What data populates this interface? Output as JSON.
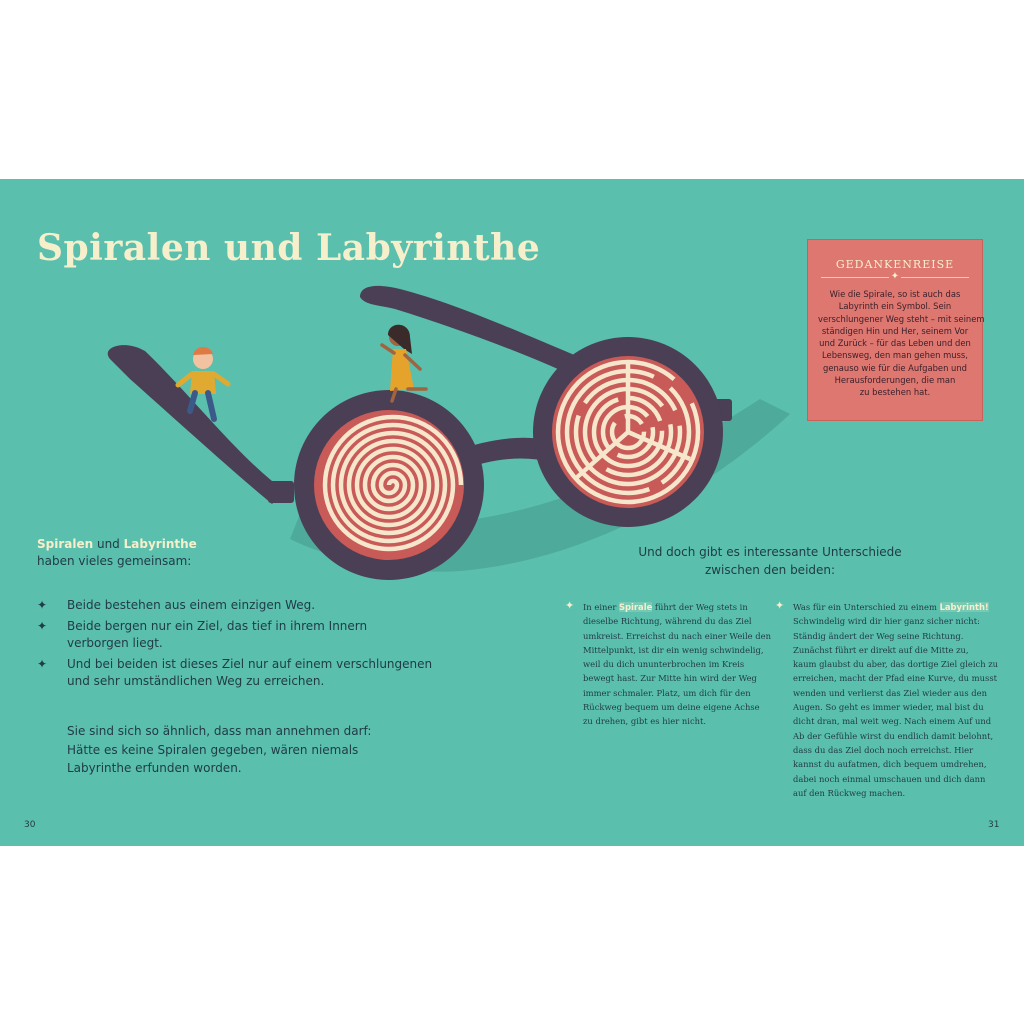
{
  "page": {
    "title": "Spiralen und Labyrinthe",
    "page_left": "30",
    "page_right": "31"
  },
  "box": {
    "title": "GEDANKENREISE",
    "lines": [
      "Wie die Spirale, so ist auch das",
      "Labyrinth ein Symbol. Sein",
      "verschlungener Weg steht – mit seinem",
      "ständigen Hin und Her, seinem Vor",
      "und Zurück – für das Leben und den",
      "Lebensweg, den man gehen muss,",
      "genauso wie für die Aufgaben und",
      "Herausforderungen, die man",
      "zu bestehen hat."
    ]
  },
  "left": {
    "intro_word1": "Spiralen",
    "intro_and": " und ",
    "intro_word2": "Labyrinthe",
    "intro_rest": "haben vieles gemeinsam:",
    "bullets": [
      {
        "l1": "Beide bestehen aus einem einzigen Weg.",
        "l2": ""
      },
      {
        "l1": "Beide bergen nur ein Ziel, das tief in ihrem Innern",
        "l2": "verborgen liegt."
      },
      {
        "l1": "Und bei beiden ist dieses Ziel nur auf einem verschlungenen",
        "l2": "und sehr umständlichen Weg zu erreichen."
      }
    ],
    "conclusion": [
      "Sie sind sich so ähnlich, dass man annehmen darf:",
      "Hätte es keine Spiralen gegeben, wären niemals",
      "Labyrinthe erfunden worden."
    ]
  },
  "right": {
    "intro": [
      "Und doch gibt es interessante Unterschiede",
      "zwischen den beiden:"
    ],
    "col1": {
      "first_pre": "In einer ",
      "first_hl": "Spirale",
      "first_post": " führt der Weg stets in",
      "lines": [
        "dieselbe Richtung, während du das Ziel",
        "umkreist. Erreichst du nach einer Weile den",
        "Mittelpunkt, ist dir ein wenig schwindelig,",
        "weil du dich ununterbrochen im Kreis",
        "bewegt hast. Zur Mitte hin wird der Weg",
        "immer schmaler. Platz, um dich für den",
        "Rückweg bequem um deine eigene Achse",
        "zu drehen, gibt es hier nicht."
      ]
    },
    "col2": {
      "first_pre": "Was für ein Unterschied zu einem ",
      "first_hl": "Labyrinth!",
      "first_post": "",
      "lines": [
        "Schwindelig wird dir hier ganz sicher nicht:",
        "Ständig ändert der Weg seine Richtung.",
        "Zunächst führt er direkt auf die Mitte zu,",
        "kaum glaubst du aber, das dortige Ziel gleich zu",
        "erreichen, macht der Pfad eine Kurve, du musst",
        "wenden und verlierst das Ziel wieder aus den",
        "Augen. So geht es immer wieder, mal bist du",
        "dicht dran, mal weit weg. Nach einem Auf und",
        "Ab der Gefühle wirst du endlich damit belohnt,",
        "dass du das Ziel doch noch erreichst. Hier",
        "kannst du aufatmen, dich bequem umdrehen,",
        "dabei noch einmal umschauen und dich dann",
        "auf den Rückweg machen."
      ]
    }
  },
  "colors": {
    "background": "#5bbfad",
    "title": "#f6efcc",
    "box": "#dd7770",
    "frame": "#4a3f55",
    "lens": "#c85a58",
    "lens_line": "#f6e6cc"
  }
}
